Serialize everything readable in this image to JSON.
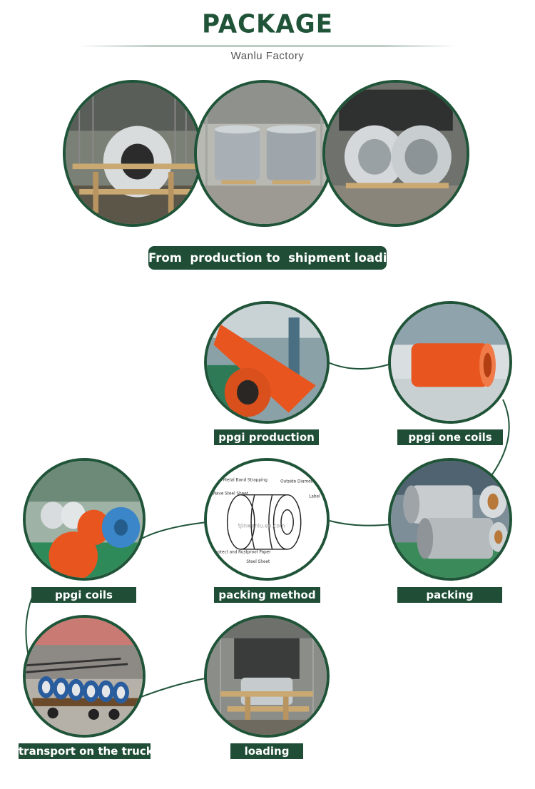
{
  "header": {
    "title": "PACKAGE",
    "subtitle": "Wanlu Factory"
  },
  "banner": {
    "text": "From  production to  shipment loading"
  },
  "steps": [
    {
      "label": "ppgi production"
    },
    {
      "label": "ppgi one coils"
    },
    {
      "label": "ppgi coils"
    },
    {
      "label": "packing method"
    },
    {
      "label": "packing"
    },
    {
      "label": "transport on the truck"
    },
    {
      "label": "loading"
    }
  ],
  "diagram": {
    "labels": [
      "Metal Band Strapping",
      "Outside Diameter",
      "Label",
      "Wave Steel Sheet",
      "Protect and Rustproof Paper",
      "Steel Sheet"
    ],
    "watermark": "tjinwanlu.en.com"
  },
  "colors": {
    "brand_green": "#1f5438",
    "label_bg": "#1f4d36",
    "coil_orange": "#e8551f",
    "coil_blue": "#3a86c8"
  }
}
